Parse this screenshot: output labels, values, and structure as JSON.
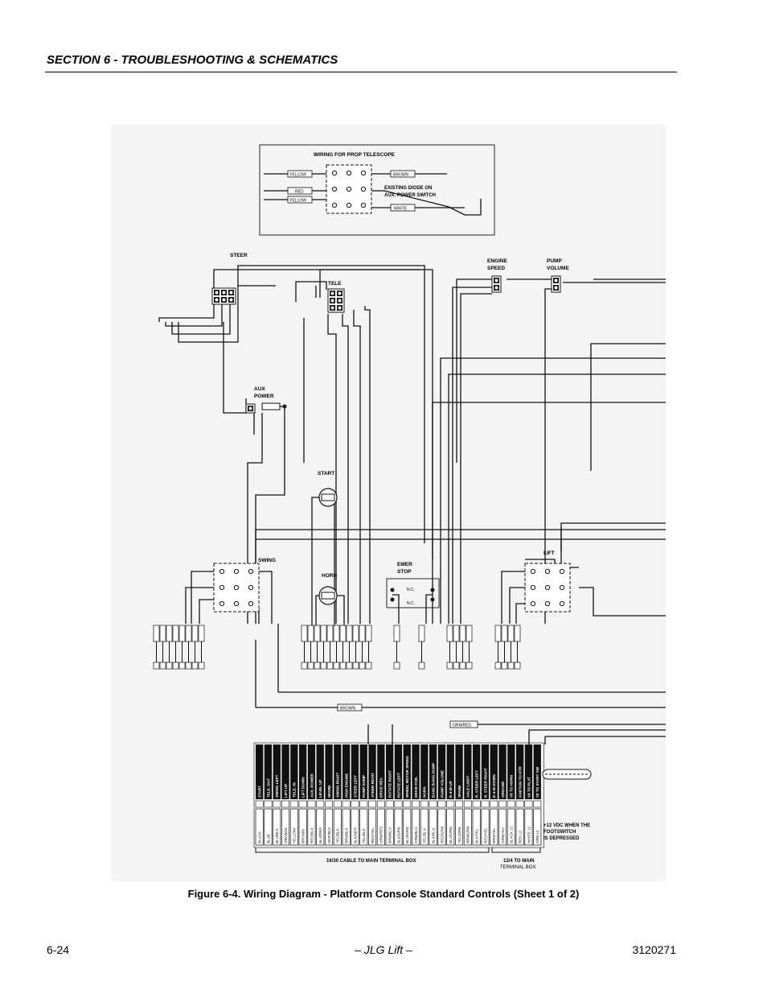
{
  "header": {
    "section_title": "SECTION 6 - TROUBLESHOOTING & SCHEMATICS"
  },
  "figure": {
    "caption": "Figure 6-4.  Wiring Diagram - Platform Console Standard Controls (Sheet 1 of 2)",
    "labels": {
      "prop_telescope_title": "WIRING FOR PROP TELESCOPE",
      "existing_diode_line1": "EXISTING DIODE ON",
      "existing_diode_line2": "AUX. POWER SWITCH",
      "steer": "STEER",
      "tele": "TELE",
      "engine_speed_line1": "ENGINE",
      "engine_speed_line2": "SPEED",
      "pump_volume_line1": "PUMP",
      "pump_volume_line2": "VOLUME",
      "aux_power_line1": "AUX",
      "aux_power_line2": "POWER",
      "start": "START",
      "swing": "SWING",
      "horn": "HORN",
      "emer_stop_line1": "EMER",
      "emer_stop_line2": "STOP",
      "lift": "LIFT",
      "nc": "N.C.",
      "footswitch_line1": "+12 VDC WHEN THE",
      "footswitch_line2": "FOOTSWITCH",
      "footswitch_line3": "IS DEPRESSED",
      "cable_16_30": "16/30 CABLE TO MAIN TERMINAL BOX",
      "cable_12_4_line1": "12/4 TO MAIN",
      "cable_12_4_line2": "TERMINAL BOX"
    },
    "wire_tags": {
      "yellow": "YELLOW",
      "red": "RED",
      "brown": "BROWN",
      "white": "WHITE",
      "orn_red": "ORN/RED"
    },
    "terminal_functions": [
      "START",
      "TELE. OUT",
      "SWING LEFT",
      "LIFT UP",
      "TELE. IN",
      "LIFT DOWN",
      "AUX. POWER",
      "LEVEL UP",
      "SPARE",
      "SWING RIGHT",
      "HIGH ENGINE",
      "STEER LEFT",
      "PUMP DUMP",
      "STEER RIGHT",
      "DRIVE REV.",
      "ROTATE RIGHT",
      "ROTATE LEFT",
      "WHEEL MOTOR SPEED",
      "DRIVE FOR.",
      "HORN",
      "BANG BANG DUMP",
      "PUMP VOLUME",
      "E-4-W UP",
      "SPARE",
      "AXLE LIGHT",
      "R. STEER LEFT",
      "R. STEER RIGHT",
      "E-4-W DOWN",
      "GROUND",
      "V8 TO HORN",
      "IGNITION TO HTR",
      "V8 TO PLAT",
      "V8 TO START SW"
    ],
    "terminal_wire_colors": [
      "BLACK",
      "BLUE",
      "BLU/BLK",
      "ORANGE",
      "YELLOW",
      "BROWN",
      "RED/BLK",
      "BLU/RED",
      "WHT/BLK",
      "YEL/BLK",
      "BRN/BLK",
      "BLK/WHT",
      "YEL/BLK",
      "RED/YEL",
      "ORN/RED",
      "BRN/BLU",
      "BLK/GRN",
      "BLU/GRN",
      "ORN/BLU",
      "YEL/BLU",
      "BLK/BLU",
      "RED/GRN",
      "BLU/ORN",
      "YEL/ORN",
      "BRN/ORN",
      "BLK/YEL",
      "RED/YEL",
      "BRN/YEL",
      "ORN/YEL",
      "BLACK 12",
      "RED 12",
      "WHITE 12",
      "ORN 12"
    ]
  },
  "footer": {
    "page_number": "6-24",
    "center": "– JLG Lift –",
    "doc_number": "3120271"
  }
}
